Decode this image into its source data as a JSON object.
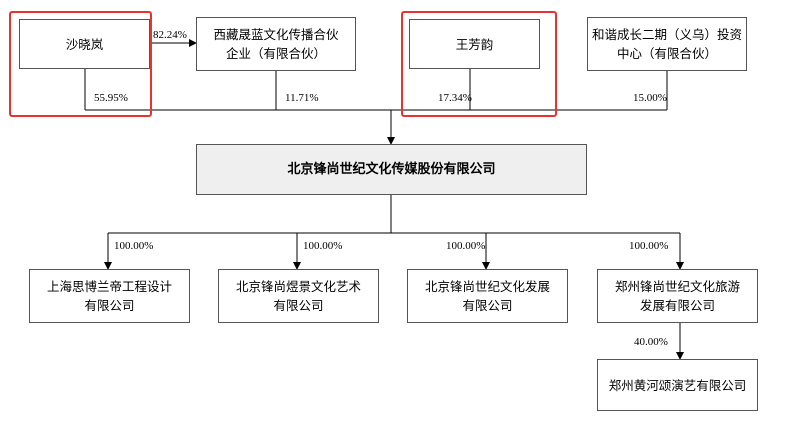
{
  "shareholders": [
    {
      "name": "沙晓岚",
      "pct": "55.95%"
    },
    {
      "name_lines": [
        "西藏晟蓝文化传播合伙",
        "企业（有限合伙）"
      ],
      "pct": "11.71%"
    },
    {
      "name": "王芳韵",
      "pct": "17.34%"
    },
    {
      "name_lines": [
        "和谐成长二期（义乌）投资",
        "中心（有限合伙）"
      ],
      "pct": "15.00%"
    }
  ],
  "holding_link": {
    "pct": "82.24%"
  },
  "company": {
    "name": "北京锋尚世纪文化传媒股份有限公司"
  },
  "subsidiaries": [
    {
      "name_lines": [
        "上海思博兰帝工程设计",
        "有限公司"
      ],
      "pct": "100.00%"
    },
    {
      "name_lines": [
        "北京锋尚煜景文化艺术",
        "有限公司"
      ],
      "pct": "100.00%"
    },
    {
      "name_lines": [
        "北京锋尚世纪文化发展",
        "有限公司"
      ],
      "pct": "100.00%"
    },
    {
      "name_lines": [
        "郑州锋尚世纪文化旅游",
        "发展有限公司"
      ],
      "pct": "100.00%"
    }
  ],
  "sub_subsidiary": {
    "name": "郑州黄河颂演艺有限公司",
    "pct": "40.00%"
  },
  "colors": {
    "highlight": "#e8342f",
    "core_fill": "#efefef",
    "line": "#000000"
  }
}
